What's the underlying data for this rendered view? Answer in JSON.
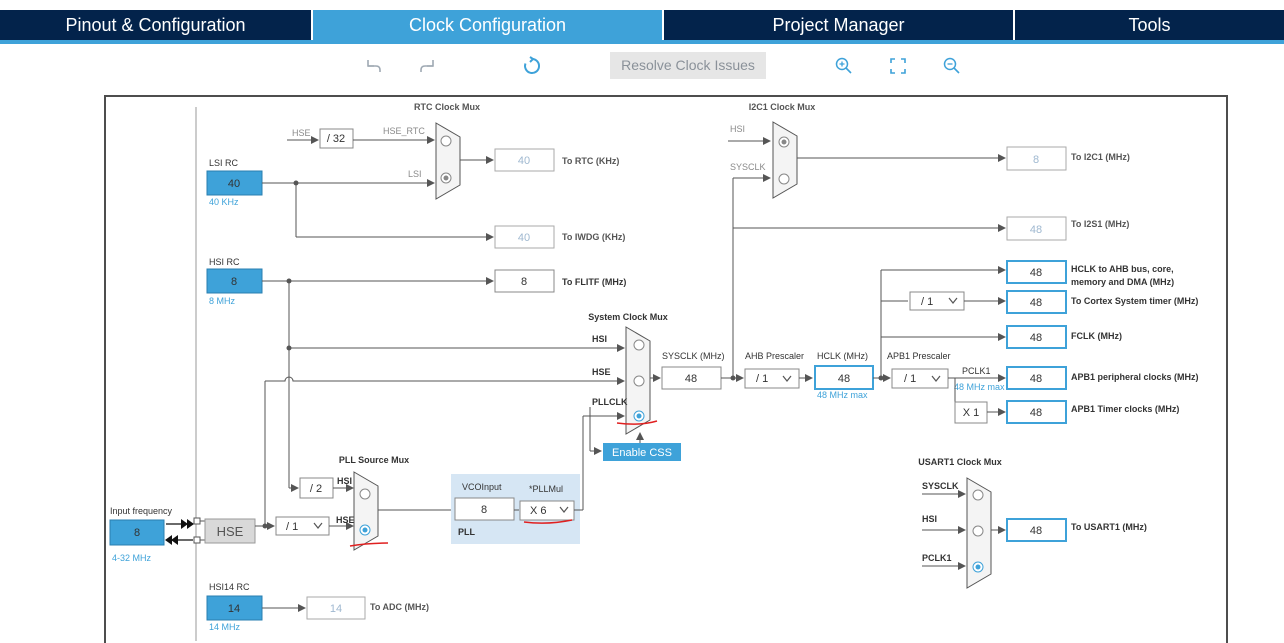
{
  "tabs": [
    "Pinout & Configuration",
    "Clock Configuration",
    "Project Manager",
    "Tools"
  ],
  "toolbar": {
    "undo_icon": "undo-icon",
    "redo_icon": "redo-icon",
    "refresh_icon": "refresh-icon",
    "resolve_label": "Resolve Clock Issues",
    "zoom_in_icon": "zoom-in-icon",
    "fit_icon": "fit-screen-icon",
    "zoom_out_icon": "zoom-out-icon"
  },
  "colors": {
    "nav": "#03234b",
    "accent": "#3ea2d9",
    "box_border": "#3ea2d9"
  },
  "diagram": {
    "rtc_mux": {
      "title": "RTC Clock Mux",
      "in_hse": "HSE",
      "div": "/ 32",
      "hse_rtc": "HSE_RTC",
      "lsi": "LSI",
      "out_value": "40",
      "out_label": "To RTC (KHz)"
    },
    "lsi_rc": {
      "title": "LSI RC",
      "value": "40",
      "freq": "40 KHz"
    },
    "iwdg": {
      "value": "40",
      "label": "To IWDG (KHz)"
    },
    "hsi_rc": {
      "title": "HSI RC",
      "value": "8",
      "freq": "8 MHz"
    },
    "flitf": {
      "value": "8",
      "label": "To FLITF (MHz)"
    },
    "i2c1_mux": {
      "title": "I2C1 Clock Mux",
      "in1": "HSI",
      "in2": "SYSCLK",
      "out_value": "8",
      "out_label": "To I2C1 (MHz)"
    },
    "i2s1": {
      "value": "48",
      "label": "To I2S1 (MHz)"
    },
    "sys_mux": {
      "title": "System Clock Mux",
      "in1": "HSI",
      "in2": "HSE",
      "in3": "PLLCLK",
      "css_label": "Enable CSS"
    },
    "sysclk": {
      "label": "SYSCLK (MHz)",
      "value": "48"
    },
    "ahb": {
      "label": "AHB Prescaler",
      "value": "/ 1"
    },
    "hclk": {
      "label": "HCLK (MHz)",
      "value": "48",
      "max": "48 MHz max"
    },
    "apb1": {
      "label": "APB1 Prescaler",
      "value": "/ 1"
    },
    "pclk1": {
      "label": "PCLK1",
      "max": "48 MHz max"
    },
    "outputs": {
      "hclk_ahb": {
        "value": "48",
        "label1": "HCLK to AHB bus, core,",
        "label2": "memory and DMA (MHz)"
      },
      "cortex": {
        "div": "/ 1",
        "value": "48",
        "label": "To Cortex System timer (MHz)"
      },
      "fclk": {
        "value": "48",
        "label": "FCLK (MHz)"
      },
      "apb1_periph": {
        "value": "48",
        "label": "APB1 peripheral clocks (MHz)"
      },
      "apb1_timer": {
        "mul": "X 1",
        "value": "48",
        "label": "APB1 Timer clocks (MHz)"
      }
    },
    "pll_src_mux": {
      "title": "PLL Source Mux",
      "div2": "/ 2",
      "in1": "HSI",
      "in2": "HSE"
    },
    "pll": {
      "vco_label": "VCOInput",
      "vco_value": "8",
      "mul_label": "*PLLMul",
      "mul_value": "X 6",
      "name": "PLL"
    },
    "hse": {
      "input_label": "Input frequency",
      "value": "8",
      "range": "4-32 MHz",
      "name": "HSE",
      "prediv": "/ 1"
    },
    "usart1_mux": {
      "title": "USART1 Clock Mux",
      "in1": "SYSCLK",
      "in2": "HSI",
      "in3": "PCLK1",
      "out_value": "48",
      "out_label": "To USART1 (MHz)"
    },
    "hsi14_rc": {
      "title": "HSI14 RC",
      "value": "14",
      "freq": "14 MHz"
    },
    "adc": {
      "value": "14",
      "label": "To ADC (MHz)"
    }
  }
}
